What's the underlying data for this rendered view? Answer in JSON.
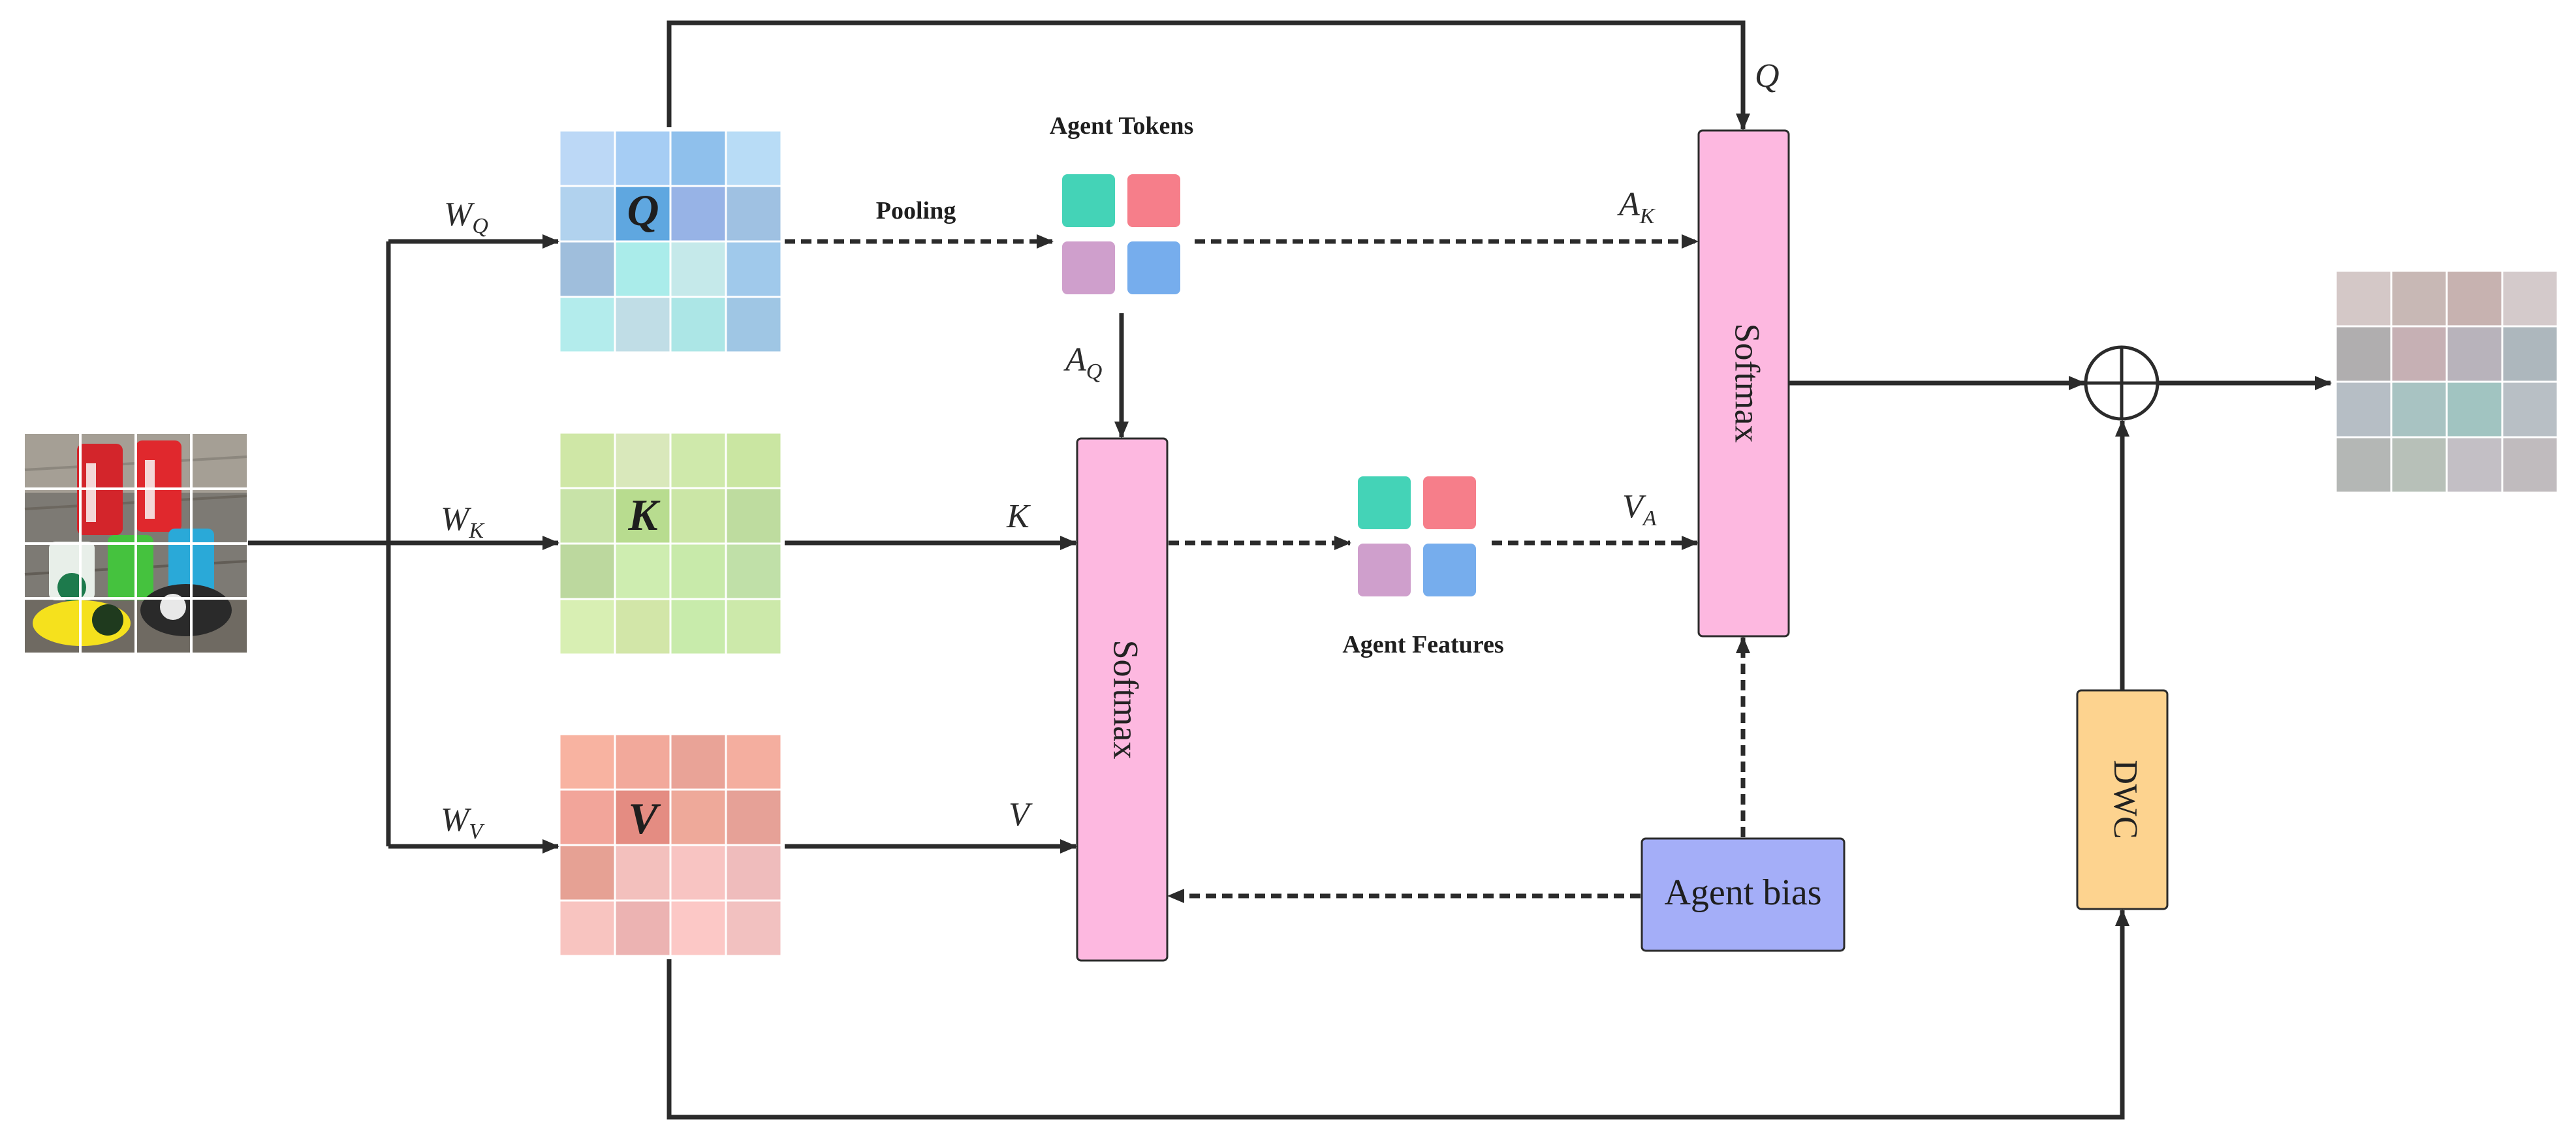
{
  "labels": {
    "agent_tokens": "Agent Tokens",
    "pooling": "Pooling",
    "agent_features": "Agent Features",
    "agent_bias": "Agent bias",
    "softmax_left": "Softmax",
    "softmax_right": "Softmax",
    "dwc": "DWC",
    "q_letter": "Q",
    "k_letter": "K",
    "v_letter": "V",
    "q_arrow": "Q",
    "k_arrow": "K",
    "v_arrow": "V",
    "w_q": {
      "base": "W",
      "sub": "Q"
    },
    "w_k": {
      "base": "W",
      "sub": "K"
    },
    "w_v": {
      "base": "W",
      "sub": "V"
    },
    "a_q": {
      "base": "A",
      "sub": "Q"
    },
    "a_k": {
      "base": "A",
      "sub": "K"
    },
    "v_a": {
      "base": "V",
      "sub": "A"
    }
  },
  "colors": {
    "q_grid": [
      "#bcd8f6",
      "#a6cdf4",
      "#8fc0ec",
      "#b8dcf6",
      "#b1d2ee",
      "#5fa7e0",
      "#97b3e6",
      "#9fc1e2",
      "#9fbedc",
      "#aaecea",
      "#c5e9ea",
      "#a0c9eb",
      "#b3ecec",
      "#c0dde6",
      "#ace6e6",
      "#9fc6e4"
    ],
    "k_grid": [
      "#cfe7a6",
      "#d9e8bb",
      "#cfe9ab",
      "#cae6a2",
      "#c8e3a8",
      "#b8dc8f",
      "#cbe6a6",
      "#bedc9f",
      "#bcd89e",
      "#ceedb0",
      "#c8eaaa",
      "#c0e0a8",
      "#d8efb3",
      "#d2e6a8",
      "#c8ebab",
      "#cce9aa"
    ],
    "v_grid": [
      "#f8b3a1",
      "#f2a99b",
      "#e9a397",
      "#f4ae9f",
      "#f2a59a",
      "#e48c82",
      "#eea99a",
      "#e6a197",
      "#e6a194",
      "#f3c0bd",
      "#f8c4c2",
      "#efbcbc",
      "#f8c4c0",
      "#ecb3b2",
      "#fcc8c6",
      "#f2c1c0"
    ],
    "output_grid": [
      "#d4c8c7",
      "#c8b8b5",
      "#c7b2b0",
      "#d4cacb",
      "#b0aeaf",
      "#c6b0b4",
      "#b8b3bb",
      "#adb7bd",
      "#b6bec5",
      "#a8c3c2",
      "#a1c4c1",
      "#b8bfc5",
      "#b4b7b5",
      "#b7c0b8",
      "#c3bfc5",
      "#c0bbbe"
    ],
    "tokens": [
      "#44d3b7",
      "#f67e8a",
      "#cf9fcc",
      "#76aded"
    ],
    "softmax": "#fdb8e0",
    "agent_bias": "#a4aef8",
    "dwc": "#fdd38f",
    "arrow": "#2b2b2b"
  }
}
